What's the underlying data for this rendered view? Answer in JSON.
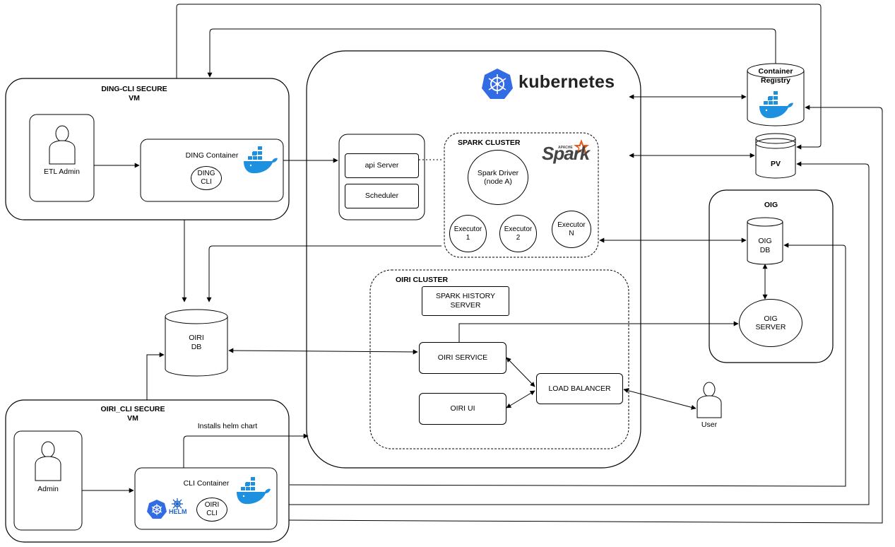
{
  "title": "kubernetes",
  "ding_vm": {
    "title": "DING-CLI SECURE\nVM",
    "etl_admin": "ETL Admin",
    "container": "DING Container",
    "cli": "DING\nCLI"
  },
  "kube": {
    "api_server": "api Server",
    "scheduler": "Scheduler",
    "spark_cluster": "SPARK CLUSTER",
    "spark_logo_small": "APACHE",
    "spark_logo": "Spark",
    "spark_driver": "Spark Driver\n(node A)",
    "executors": [
      "Executor\n1",
      "Executor\n2",
      "Executor\nN"
    ],
    "oiri_cluster": "OIRI CLUSTER",
    "spark_history": "SPARK HISTORY\nSERVER",
    "oiri_service": "OIRI SERVICE",
    "load_balancer": "LOAD BALANCER",
    "oiri_ui": "OIRI UI"
  },
  "container_registry": "Container\nRegistry",
  "pv": "PV",
  "oig": {
    "title": "OIG",
    "db": "OIG\nDB",
    "server": "OIG\nSERVER"
  },
  "oiri_db": "OIRI\nDB",
  "user": "User",
  "oiri_vm": {
    "title": "OIRI_CLI SECURE\nVM",
    "admin": "Admin",
    "installs": "Installs helm chart",
    "container": "CLI Container",
    "helm": "HELM",
    "cli": "OIRI\nCLI"
  }
}
